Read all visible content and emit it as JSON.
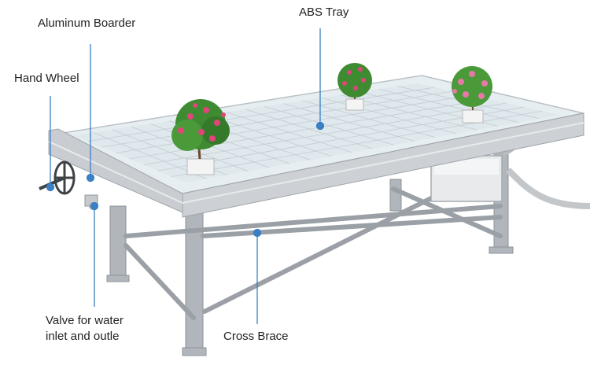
{
  "labels": {
    "abs_tray": "ABS Tray",
    "aluminum_border": "Aluminum Boarder",
    "hand_wheel": "Hand Wheel",
    "valve_line1": "Valve for water",
    "valve_line2": "inlet and outle",
    "cross_brace": "Cross Brace"
  },
  "colors": {
    "callout": "#3b7fc4",
    "frame": "#c8ccd0",
    "tray": "#e4edf1",
    "leg": "#a9afb4",
    "foliage": "#3e8b32",
    "flower": "#e0457b"
  }
}
